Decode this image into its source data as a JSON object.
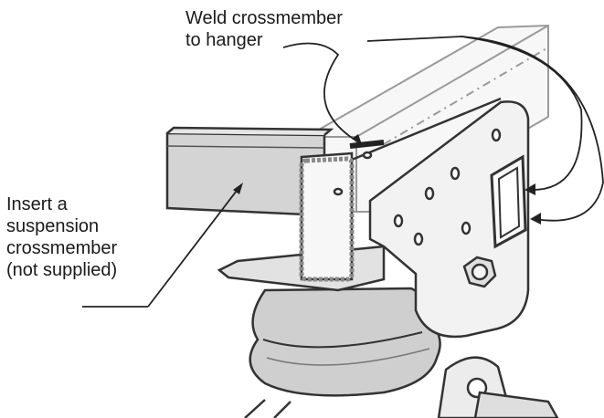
{
  "callouts": {
    "weld": {
      "lines": [
        "Weld crossmember",
        "to hanger"
      ]
    },
    "insert": {
      "lines": [
        "Insert a",
        "suspension",
        "crossmember",
        "(not supplied)"
      ]
    }
  },
  "colors": {
    "outline": "#333333",
    "part_fill": "#ebebeb",
    "crossmember_fill": "#d4d4d4",
    "airbag_fill": "#cfcfcf",
    "ghost_outline": "#9a9a9a",
    "weld_highlight": "#8a8a8a"
  }
}
